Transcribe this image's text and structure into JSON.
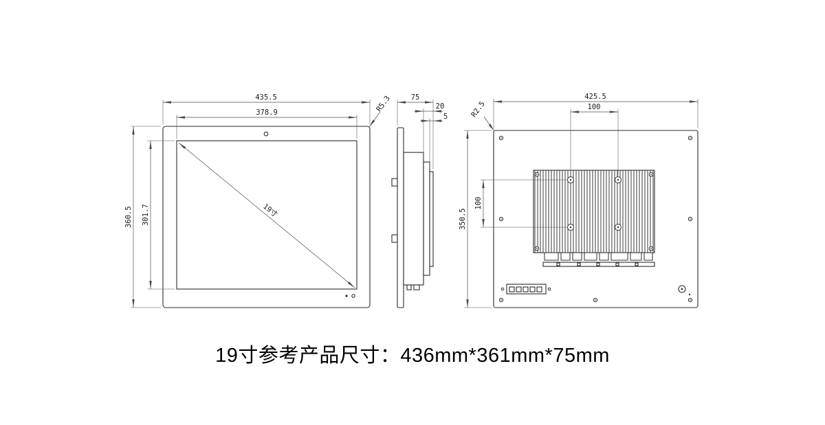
{
  "caption": "19寸参考产品尺寸：436mm*361mm*75mm",
  "drawing": {
    "front": {
      "outer_width": "435.5",
      "screen_width": "378.9",
      "outer_height": "360.5",
      "screen_height": "301.7",
      "corner_radius": "R5.3",
      "diagonal": "19寸"
    },
    "side": {
      "depth": "75",
      "step": "20",
      "lip": "5"
    },
    "rear": {
      "outer_width": "425.5",
      "outer_height": "350.5",
      "corner_radius": "R2.5",
      "vesa_horizontal": "100",
      "vesa_vertical": "100"
    }
  },
  "colors": {
    "line": "#2b2b2b",
    "dimension": "#4b4b4b",
    "text": "#000000",
    "background": "#ffffff"
  }
}
